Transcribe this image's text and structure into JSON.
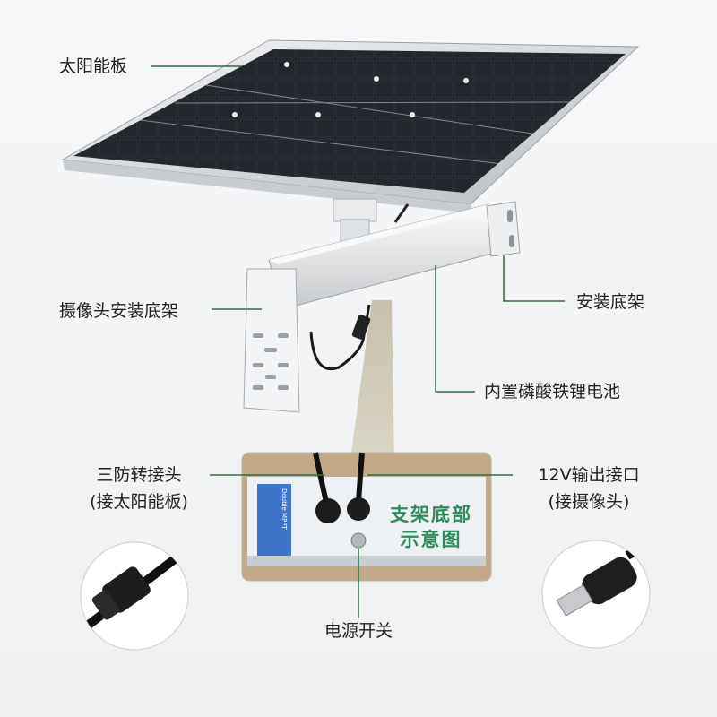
{
  "labels": {
    "solar_panel": "太阳能板",
    "camera_bracket": "摄像头安装底架",
    "mount_bracket": "安装底架",
    "battery": "内置磷酸铁锂电池",
    "connector_line1": "三防转接头",
    "connector_line2": "(接太阳能板)",
    "output_line1": "12V输出接口",
    "output_line2": "(接摄像头)",
    "power_switch": "电源开关"
  },
  "inset": {
    "caption_line1": "支架底部",
    "caption_line2": "示意图",
    "sticker_text": "Double MPPT"
  },
  "colors": {
    "leader_line": "#2c6e3f",
    "caption": "#2f8c5a",
    "panel_cell": "#1b1d22",
    "frame": "#d9dcdf"
  }
}
